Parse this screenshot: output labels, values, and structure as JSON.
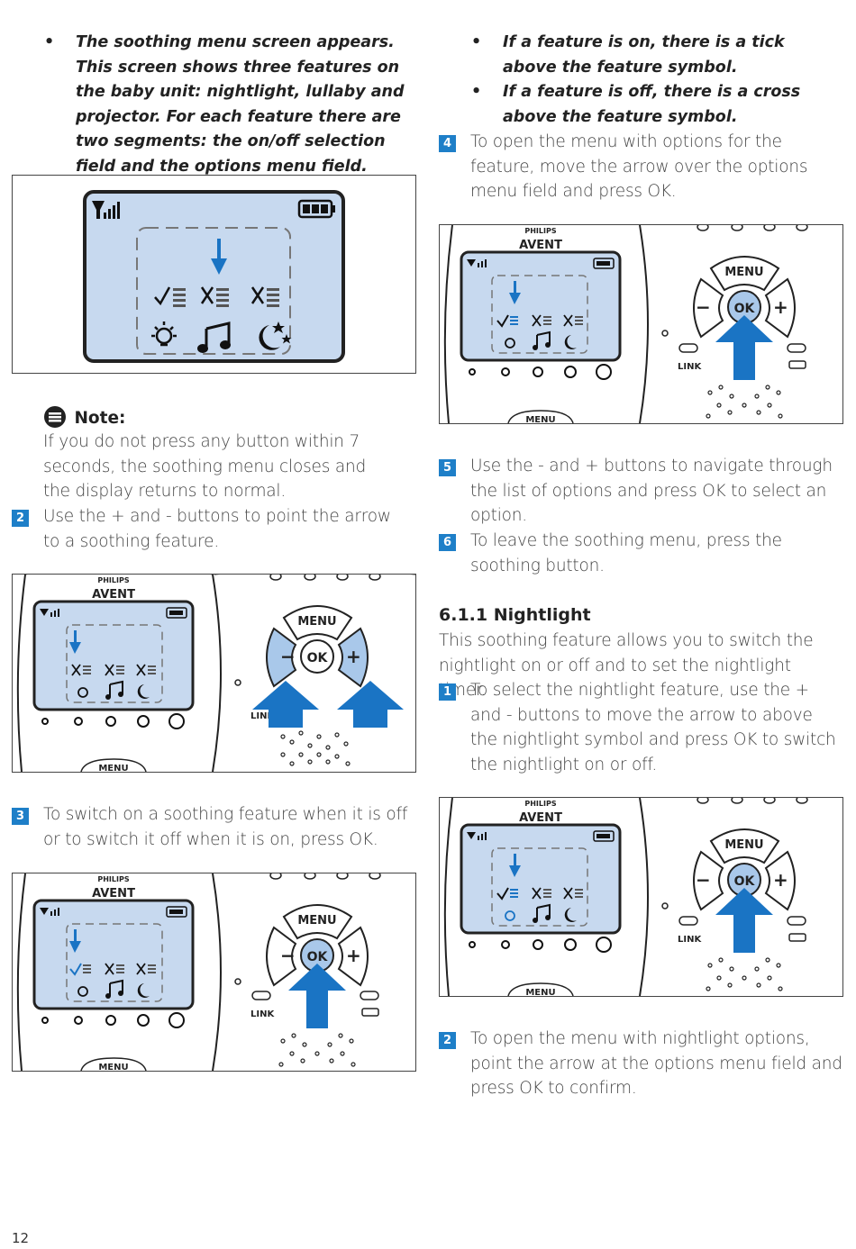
{
  "left": {
    "intro_bullet": "The soothing menu screen appears. This screen shows three features on the baby unit: nightlight, lullaby and projector. For each feature there are two segments: the on/off selection field and the options menu field.",
    "note_title": "Note:",
    "note_text": "If you do not press any button within 7 seconds, the soothing menu closes and the display returns to normal.",
    "step2_num": "2",
    "step2_text": "Use the + and - buttons to point the arrow to a soothing feature.",
    "step3_num": "3",
    "step3_text": "To switch on a soothing feature when it is off or to switch it off when it is on, press OK."
  },
  "right": {
    "bullet_on": "If a feature is on, there is a tick above the feature symbol.",
    "bullet_off": "If a feature is off, there is a cross above the feature symbol.",
    "step4_num": "4",
    "step4_text": "To open the menu with options for the feature, move the arrow over the options menu field and press OK.",
    "step5_num": "5",
    "step5_text": "Use the - and + buttons to navigate through the list of options and press OK to select an option.",
    "step6_num": "6",
    "step6_text": "To leave the soothing menu, press the soothing button.",
    "section_title": "6.1.1 Nightlight",
    "section_intro": "This soothing feature allows you to switch the nightlight on or off and to set the nightlight timer.",
    "n1_num": "1",
    "n1_text": "To select the nightlight feature, use the + and - buttons to move the arrow to above the nightlight symbol and press OK to switch the nightlight on or off.",
    "n2_num": "2",
    "n2_text": "To open the menu with nightlight options, point the arrow at the options menu field and press OK to confirm."
  },
  "device_labels": {
    "brand_top": "PHILIPS",
    "brand": "AVENT",
    "menu": "MENU",
    "ok": "OK",
    "link": "LINK",
    "minus": "−",
    "plus": "+"
  },
  "page_number": "12",
  "colors": {
    "accent": "#1e7fc8",
    "lcd": "#c7d9ef",
    "arrow": "#1a74c4"
  }
}
